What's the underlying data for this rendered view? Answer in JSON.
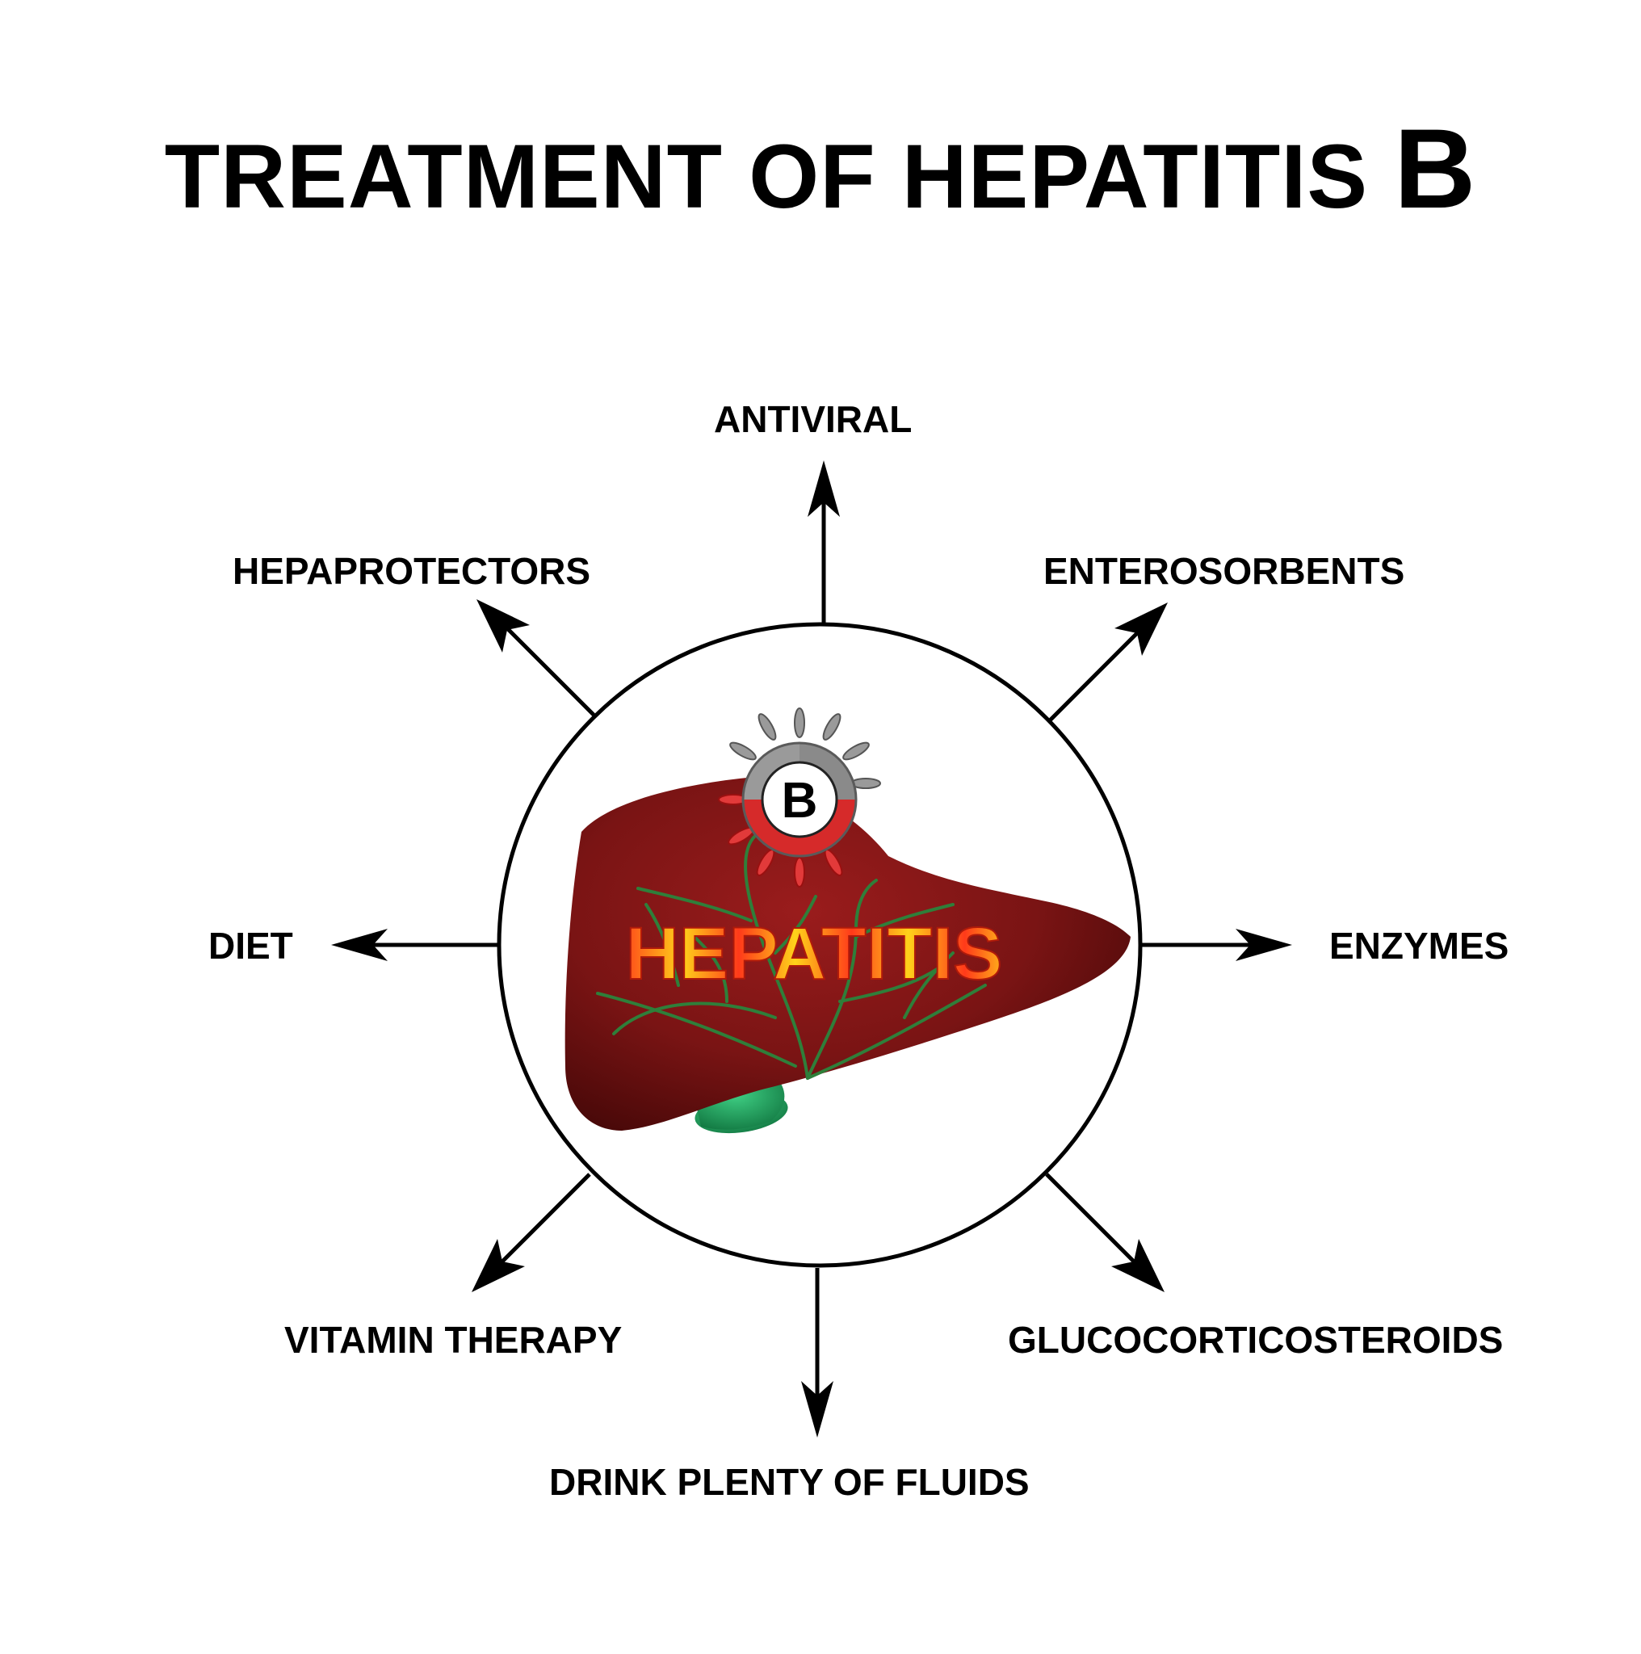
{
  "title": {
    "main": "TREATMENT OF HEPATITIS",
    "letter": "B"
  },
  "center": {
    "organ_label": "HEPATITIS",
    "virus_letter": "B"
  },
  "treatments": {
    "top": "ANTIVIRAL",
    "top_right": "ENTEROSORBENTS",
    "right": "ENZYMES",
    "bottom_right": "GLUCOCORTICOSTEROIDS",
    "bottom": "DRINK PLENTY OF FLUIDS",
    "bottom_left": "VITAMIN THERAPY",
    "left": "DIET",
    "top_left": "HEPAPROTECTORS"
  },
  "colors": {
    "liver": "#7a1414",
    "liver_dark": "#4a0808",
    "gallbladder": "#1f9a5a",
    "vessels": "#2f7f3a",
    "virus_red": "#d62a2a",
    "virus_grey": "#8a8a8a",
    "label_orange": "#ff5a1a",
    "label_yellow": "#ffd21a"
  },
  "icons": {
    "virus": "virus-icon",
    "liver": "liver-icon",
    "gallbladder": "gallbladder-icon"
  }
}
